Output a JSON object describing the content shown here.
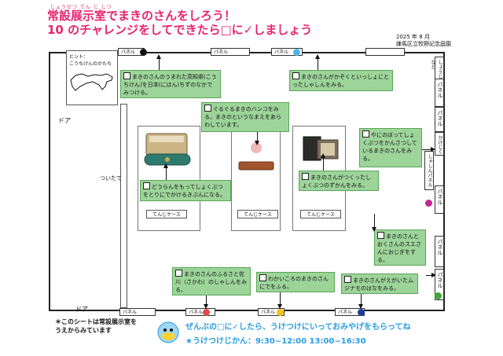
{
  "header": {
    "ruby": "じょうせつ てん じ しつ",
    "title_line1": "常設展示室でまきのさんをしろう！",
    "title_line2": "10 のチャレンジをしてできたら□に✓しましょう",
    "date": "2025 年 8 月",
    "org": "練馬区立牧野記念庭園"
  },
  "hint": {
    "label": "ヒント：",
    "caption": "こうちけんのかたち"
  },
  "doors": {
    "left": "ドア",
    "bottom": "ドア"
  },
  "partition_label": "ついたて",
  "panel_label": "パネル",
  "right_panels": {
    "shoujou": "しょうじょうなど",
    "panel": "パネル",
    "kakejiku": "かけじく",
    "shashin": "しゃしんパネル"
  },
  "case_label": "てんじケース",
  "tasks": [
    "まきのさんのうまれた高知県(こうちけん)を日本(にほん)ちずのなかでみつける。",
    "まきのさんがかぞくといっしょにとったしゃしんをみる。",
    "ぐるぐるまきのハンコをみる。まきのというなまえをあらわしています。",
    "やにのぼってしょくぶつをかんさつしているまきのさんをみる。",
    "まきのさんがつくったしょくぶつのずかんをみる。",
    "どうらんをもってしょくぶつをとりにでかけるきぶんになる。",
    "まきのさんとおくさんのスエさんにおじぎをする。",
    "まきのさんのふるさと佐川（さかわ）のしゃしんをみる。",
    "わかいころのまきのさんにでをふる。",
    "まきのさんがえがいたムジナモのはなをみる。"
  ],
  "footnote": [
    "＊このシートは常設展示室を",
    "うえからみています"
  ],
  "info": {
    "line1": "ぜんぶの□に✓したら、うけつけにいっておみやげをもらってね",
    "line2": "★うけつけじかん：9:30~12:00  13:00~16:30"
  },
  "colors": {
    "title": "#e8246e",
    "task_fill": "#9dd49a",
    "info": "#2a9de0",
    "dot_black": "#111111",
    "dot_blue": "#4fb6e8",
    "dot_purple": "#c0288f",
    "dot_green": "#3aaa35",
    "dot_red": "#e8484a",
    "dot_yellow": "#f2c21a",
    "dot_navy": "#1d3e9a"
  }
}
